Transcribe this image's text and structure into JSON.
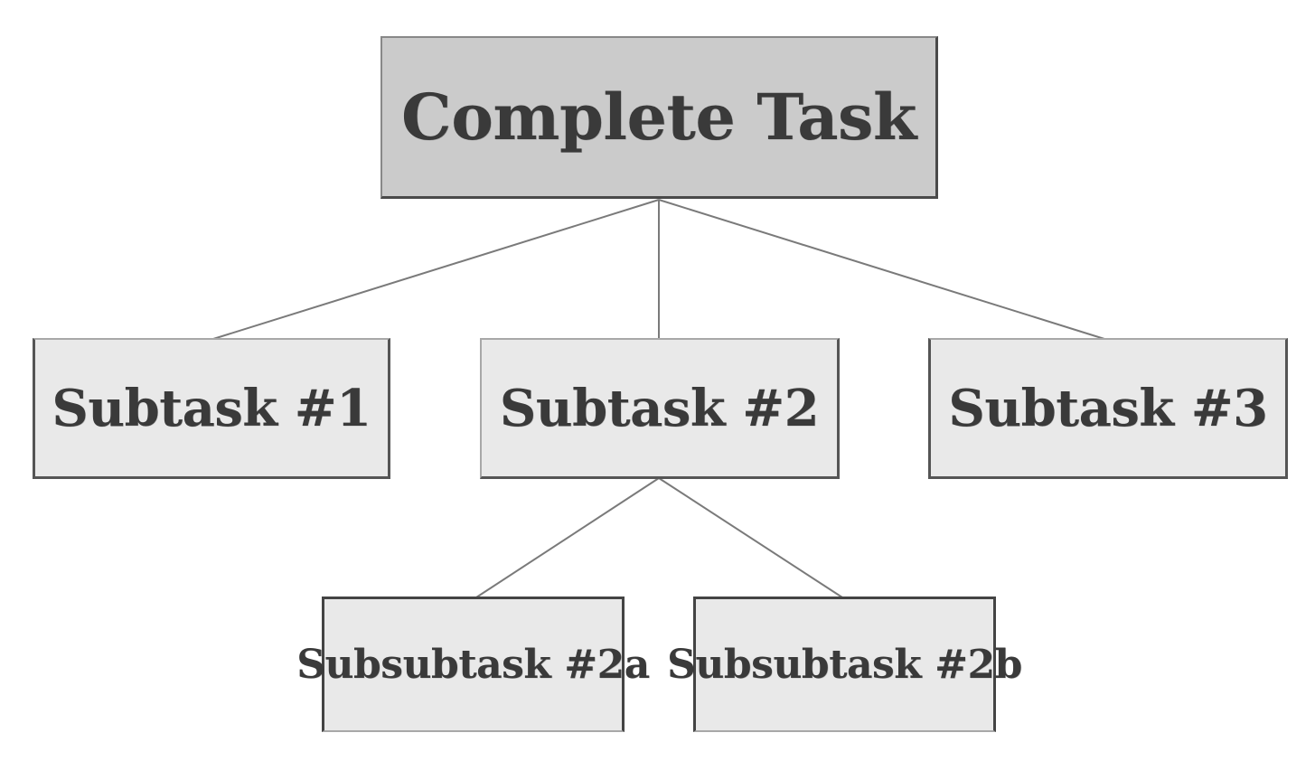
{
  "diagram": {
    "root": {
      "label": "Complete Task"
    },
    "subtasks": [
      {
        "label": "Subtask #1"
      },
      {
        "label": "Subtask #2"
      },
      {
        "label": "Subtask #3"
      }
    ],
    "subsubtasks": [
      {
        "label": "Subsubtask #2a"
      },
      {
        "label": "Subsubtask #2b"
      }
    ],
    "edges": [
      {
        "from": "Complete Task",
        "to": "Subtask #1"
      },
      {
        "from": "Complete Task",
        "to": "Subtask #2"
      },
      {
        "from": "Complete Task",
        "to": "Subtask #3"
      },
      {
        "from": "Subtask #2",
        "to": "Subsubtask #2a"
      },
      {
        "from": "Subtask #2",
        "to": "Subsubtask #2b"
      }
    ],
    "colors": {
      "root_fill": "#cbcbcb",
      "node_fill": "#e9e9e9",
      "text": "#3a3a3a",
      "connector": "#7a7a7a"
    }
  }
}
